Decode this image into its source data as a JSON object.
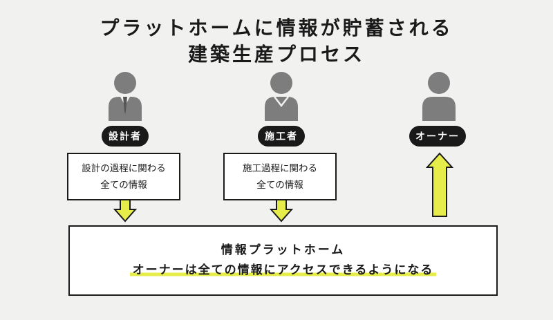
{
  "title": {
    "line1": "プラットホームに情報が貯蓄される",
    "line2": "建築生産プロセス"
  },
  "actors": [
    {
      "label": "設計者",
      "info_line1": "設計の過程に関わる",
      "info_line2": "全ての情報"
    },
    {
      "label": "施工者",
      "info_line1": "施工過程に関わる",
      "info_line2": "全ての情報"
    },
    {
      "label": "オーナー"
    }
  ],
  "platform": {
    "title": "情報プラットホーム",
    "statement": "オーナーは全ての情報にアクセスできるようになる"
  },
  "colors": {
    "background": "#f1f2f0",
    "person": "#7d7d7d",
    "arrow_fill": "#e6ec4a",
    "outline": "#1a1a1a"
  },
  "icons": [
    "person-icon",
    "arrow-down-icon",
    "arrow-up-icon"
  ]
}
